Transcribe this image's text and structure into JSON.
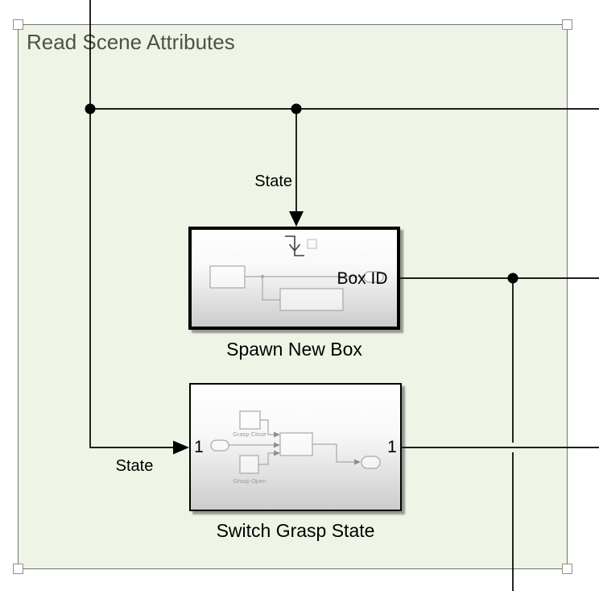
{
  "colors": {
    "region_fill": "#eff5e6",
    "region_border": "#70766a",
    "title_text": "#4d524a",
    "wire": "#000000",
    "block_gradient_bottom": "#cccccc",
    "mini_line": "#a8a8a8",
    "mini_text": "#9a9a9a"
  },
  "region": {
    "title": "Read Scene Attributes"
  },
  "signals": {
    "state_top": "State",
    "state_bottom": "State"
  },
  "blocks": {
    "spawn": {
      "name": "Spawn New Box",
      "output_port_label": "Box ID"
    },
    "switch": {
      "name": "Switch Grasp State",
      "input_port_number": "1",
      "output_port_number": "1",
      "mini": {
        "grasp_close": "Grasp Close",
        "grasp_open": "Grasp Open"
      }
    }
  }
}
